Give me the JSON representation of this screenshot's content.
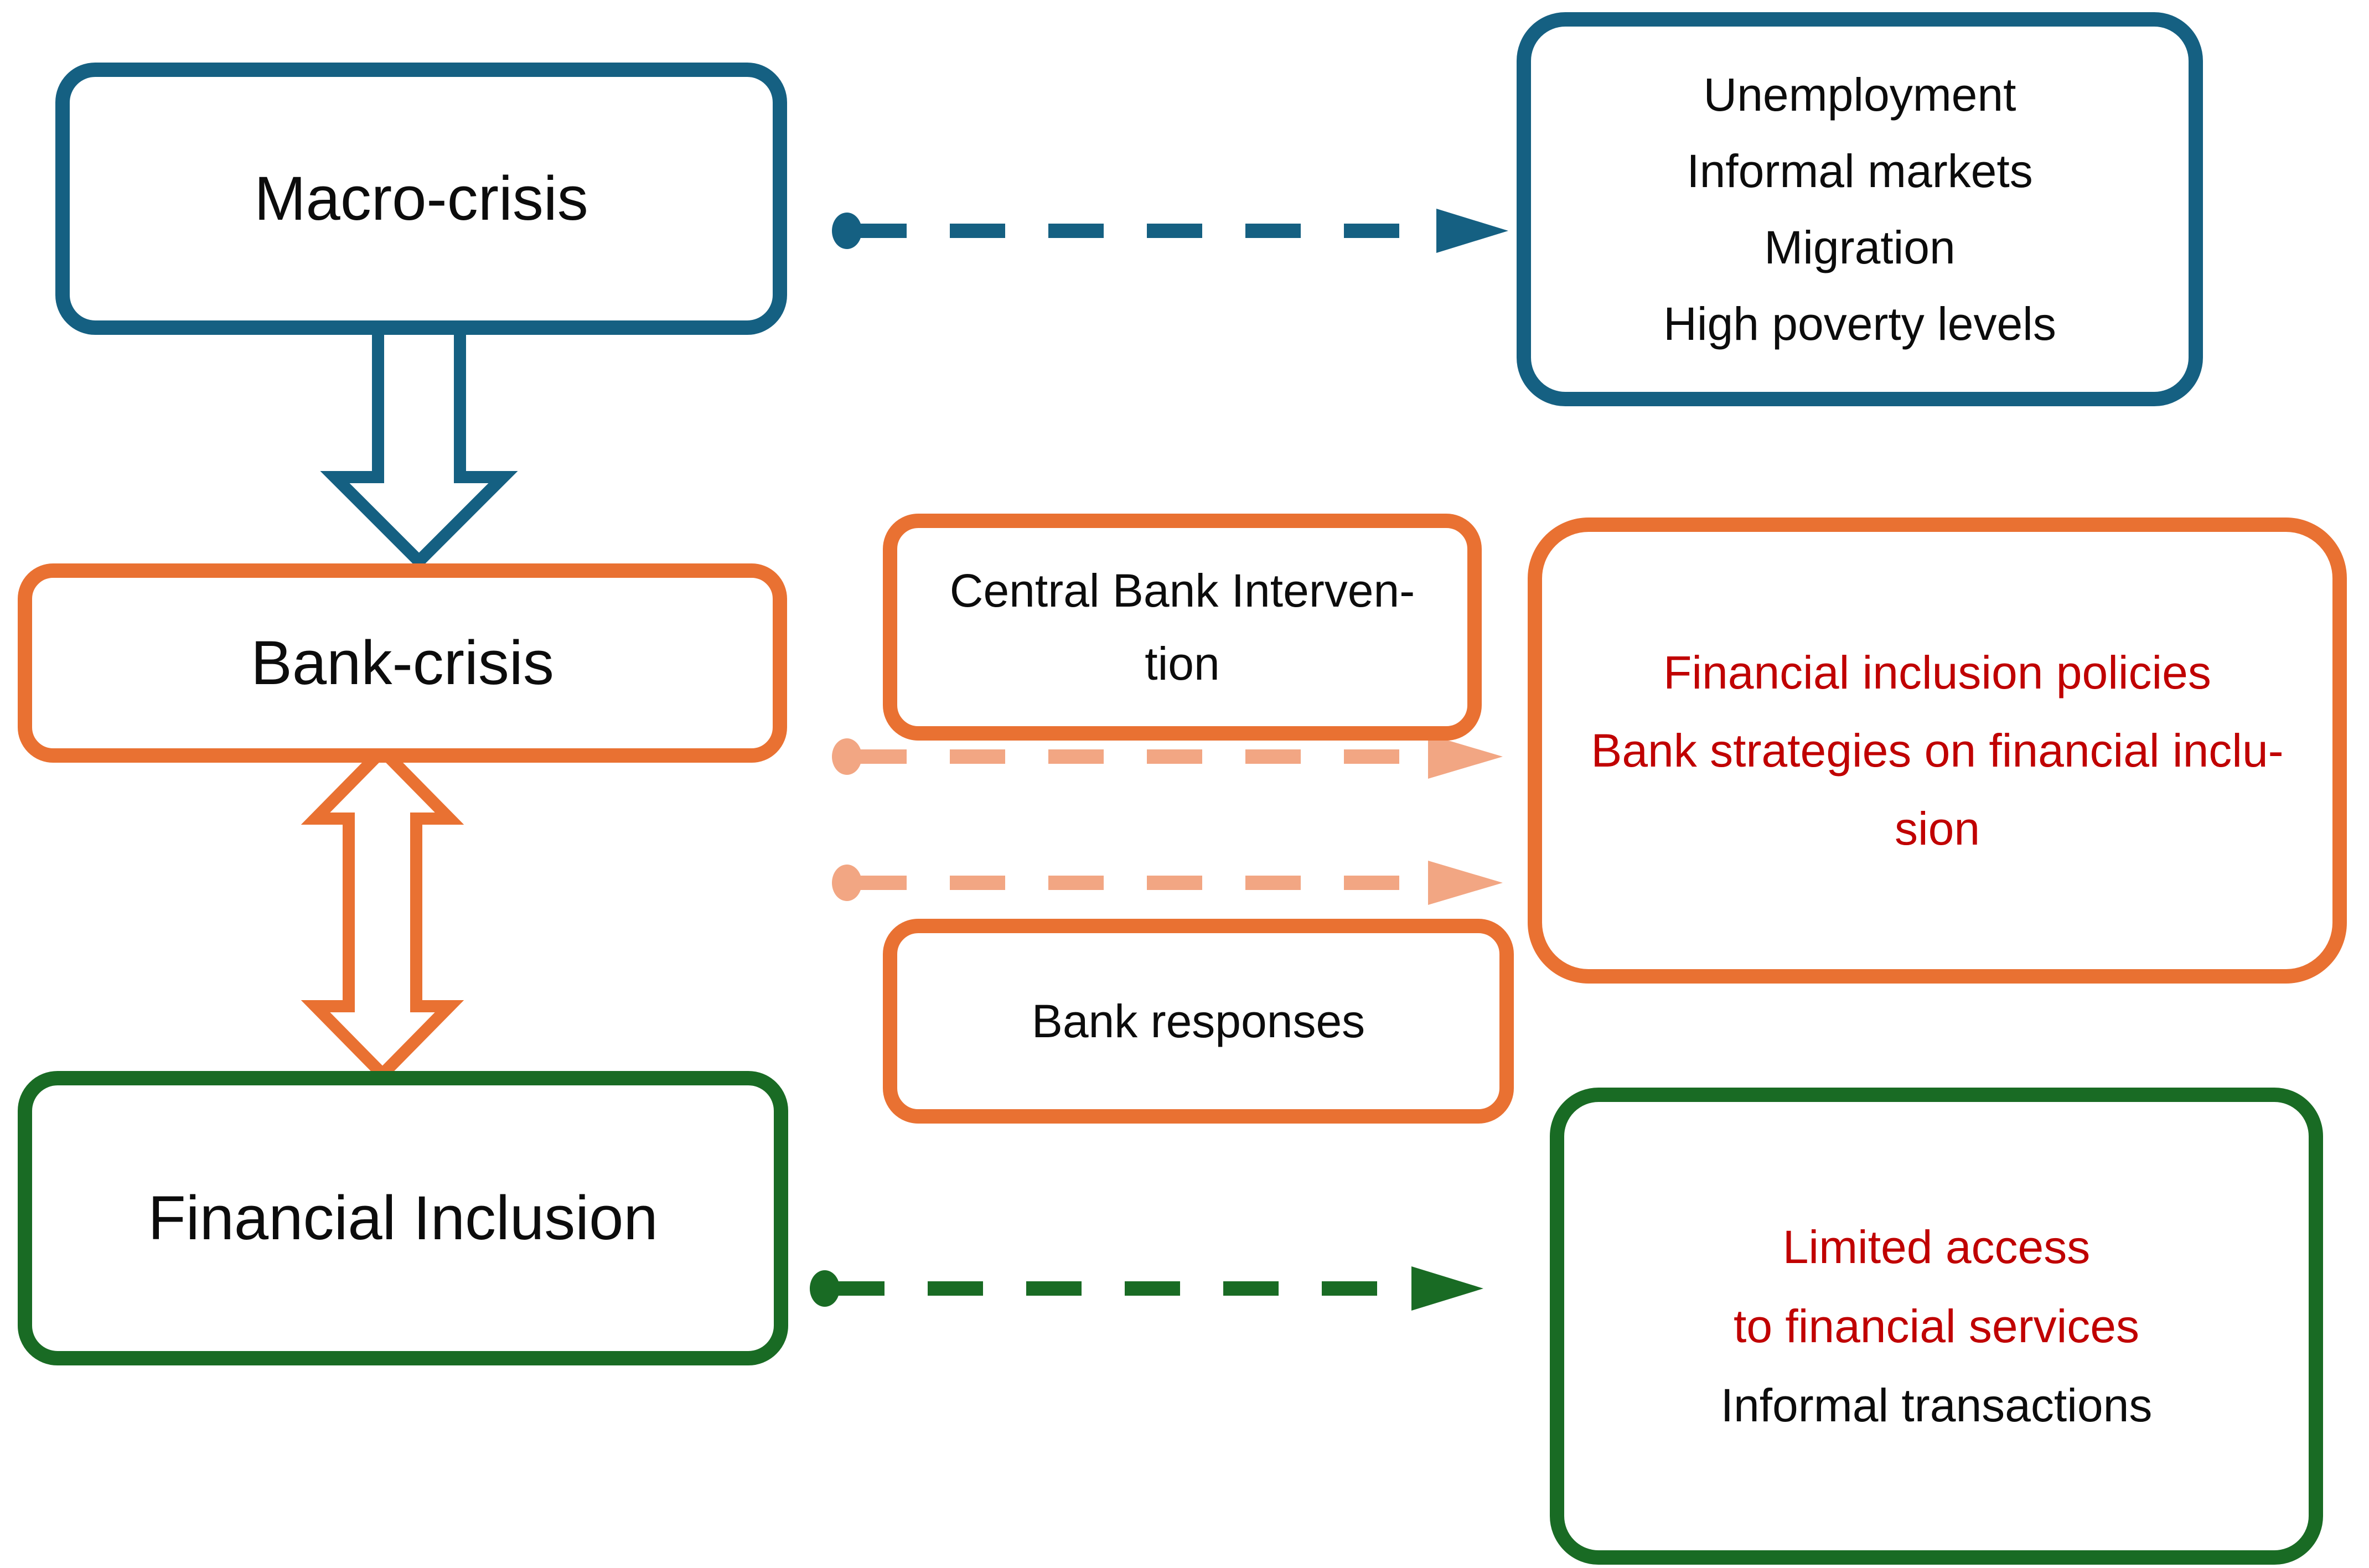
{
  "colors": {
    "teal": "#156082",
    "orange": "#E97132",
    "peach": "#F2A683",
    "green": "#196B24",
    "red_text": "#C00000",
    "black_text": "#0C0C0C"
  },
  "boxes": {
    "macro_crisis": {
      "label": "Macro-crisis"
    },
    "macro_effects": {
      "lines": [
        "Unemployment",
        "Informal markets",
        "Migration",
        "High poverty levels"
      ]
    },
    "bank_crisis": {
      "label": "Bank-crisis"
    },
    "central_bank_intervention": {
      "lines": [
        "Central Bank Interven-",
        "tion"
      ]
    },
    "inclusion_policies": {
      "lines": [
        "Financial inclusion policies",
        "Bank strategies on financial inclu-",
        "sion"
      ]
    },
    "bank_responses": {
      "label": "Bank responses"
    },
    "financial_inclusion": {
      "label": "Financial Inclusion"
    },
    "access_outcomes": {
      "lines": [
        "Limited access",
        "to financial services",
        "Informal transactions"
      ]
    }
  }
}
